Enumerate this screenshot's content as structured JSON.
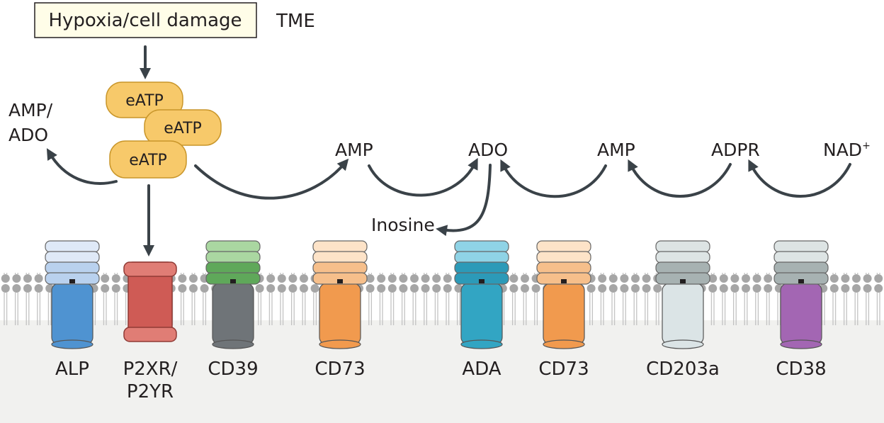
{
  "stimulus": {
    "label": "Hypoxia/cell damage"
  },
  "environment_label": "TME",
  "eatp_molecules": [
    "eATP",
    "eATP",
    "eATP"
  ],
  "amp_ado_label": {
    "line1": "AMP/",
    "line2": "ADO"
  },
  "metabolites": {
    "amp1": "AMP",
    "ado": "ADO",
    "amp2": "AMP",
    "adpr": "ADPR",
    "nad": "NAD",
    "nad_sup": "+",
    "inosine": "Inosine"
  },
  "proteins": [
    {
      "name": "ALP",
      "color": "#4f93d1"
    },
    {
      "name": "P2XR/",
      "name2": "P2YR",
      "color": "#cf5b55"
    },
    {
      "name": "CD39",
      "color": "#6f7478"
    },
    {
      "name": "CD73",
      "color": "#f19a4e"
    },
    {
      "name": "ADA",
      "color": "#32a5c3"
    },
    {
      "name": "CD73",
      "color": "#f19a4e"
    },
    {
      "name": "CD203a",
      "color": "#dbe4e6"
    },
    {
      "name": "CD38",
      "color": "#a366b3"
    }
  ],
  "colors": {
    "membrane": "#a6a6a6",
    "cytoplasm": "#f1f1ef",
    "eatp_fill": "#f7c96a",
    "arrow": "#3a4248",
    "stimulus_box": "#fffde8"
  }
}
